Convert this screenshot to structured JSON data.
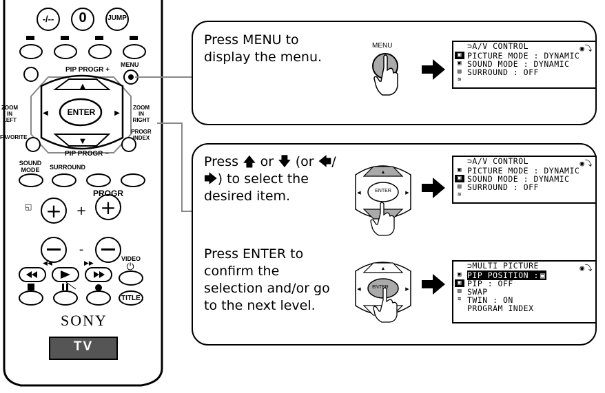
{
  "remote": {
    "top_buttons": [
      "-/--",
      "0",
      "JUMP"
    ],
    "pip_progr_plus": "PIP PROGR +",
    "pip_progr_minus": "PIP PROGR −",
    "menu_label": "MENU",
    "enter_label": "ENTER",
    "zoom_left": "ZOOM IN LEFT",
    "zoom_right": "ZOOM IN RIGHT",
    "favorite": "FAVORITE",
    "progr_index": "PROGR INDEX",
    "sound_mode": "SOUND MODE",
    "surround": "SURROUND",
    "progr": "PROGR",
    "video": "VIDEO",
    "title": "TITLE",
    "brand": "SONY",
    "tv": "TV"
  },
  "step1": {
    "text": "Press MENU to display the menu.",
    "menu_button_label": "MENU",
    "osd": {
      "title": "⊃A/V CONTROL",
      "items": [
        "PICTURE MODE : DYNAMIC",
        "SOUND  MODE : DYNAMIC",
        "SURROUND : OFF"
      ]
    }
  },
  "step2": {
    "text_a": "Press",
    "text_b": "or",
    "text_c": "(or",
    "text_d": ") to select the desired item.",
    "enter_label": "ENTER",
    "osd": {
      "title": "⊃A/V CONTROL",
      "items": [
        "PICTURE MODE : DYNAMIC",
        "SOUND  MODE : DYNAMIC",
        "SURROUND : OFF"
      ]
    }
  },
  "step3": {
    "text": "Press ENTER to confirm the selection and/or go to the next level.",
    "enter_label": "ENTER",
    "osd": {
      "title": "⊃MULTI PICTURE",
      "items": [
        "PIP POSITION :",
        "PIP : OFF",
        "SWAP",
        "TWIN : ON",
        "PROGRAM  INDEX"
      ]
    }
  }
}
